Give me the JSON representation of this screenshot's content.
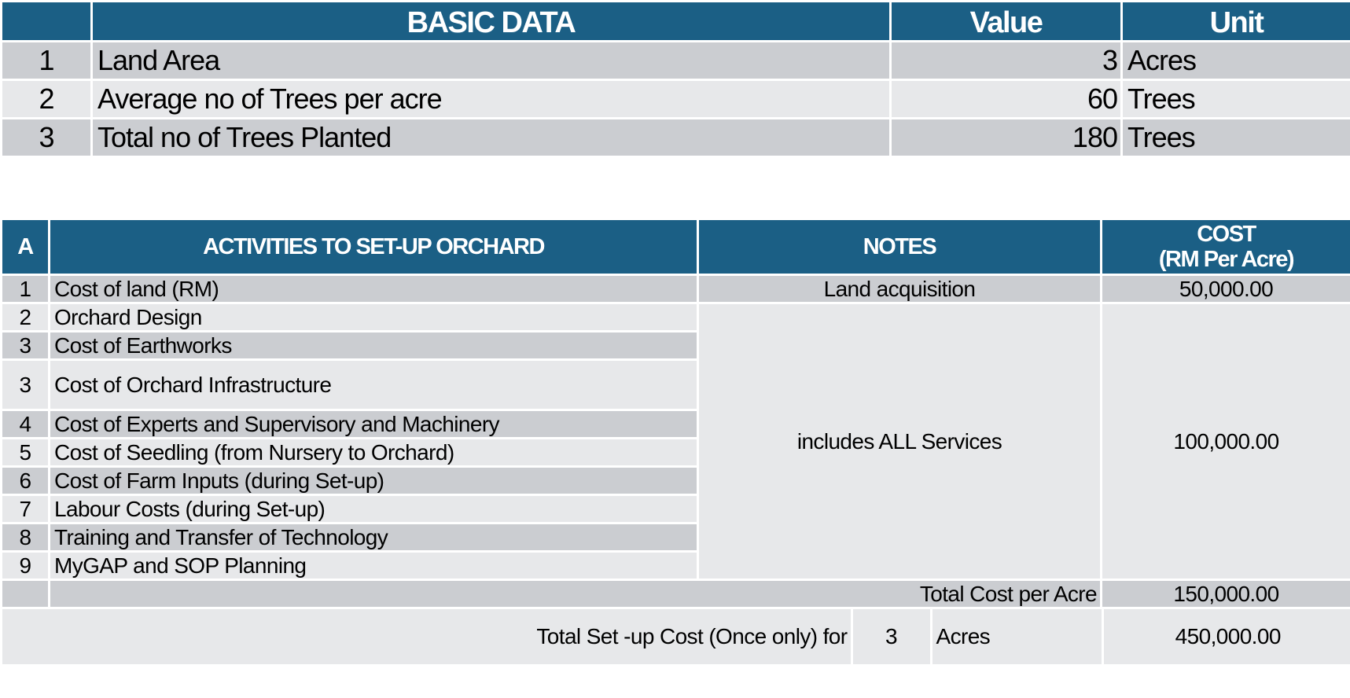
{
  "basic_data": {
    "headers": {
      "title": "BASIC DATA",
      "value": "Value",
      "unit": "Unit"
    },
    "rows": [
      {
        "num": "1",
        "label": "Land Area",
        "value": "3",
        "unit": "Acres"
      },
      {
        "num": "2",
        "label": "Average no of Trees per acre",
        "value": "60",
        "unit": "Trees"
      },
      {
        "num": "3",
        "label": "Total no of Trees Planted",
        "value": "180",
        "unit": "Trees"
      }
    ]
  },
  "activities": {
    "headers": {
      "index": "A",
      "activity": "ACTIVITIES TO SET-UP ORCHARD",
      "notes": "NOTES",
      "cost_line1": "COST",
      "cost_line2": "(RM Per Acre)"
    },
    "rows": [
      {
        "num": "1",
        "label": "Cost of land (RM)"
      },
      {
        "num": "2",
        "label": "Orchard Design"
      },
      {
        "num": "3",
        "label": "Cost of Earthworks"
      },
      {
        "num": "3",
        "label": "Cost of Orchard  Infrastructure"
      },
      {
        "num": "4",
        "label": "Cost of Experts and Supervisory and Machinery"
      },
      {
        "num": "5",
        "label": "Cost of Seedling (from Nursery to Orchard)"
      },
      {
        "num": "6",
        "label": "Cost of Farm Inputs (during Set-up)"
      },
      {
        "num": "7",
        "label": "Labour Costs (during Set-up)"
      },
      {
        "num": "8",
        "label": "Training and Transfer of Technology"
      },
      {
        "num": "9",
        "label": "MyGAP and SOP Planning"
      }
    ],
    "land_note": "Land acquisition",
    "land_cost": "50,000.00",
    "services_note": "includes ALL Services",
    "services_cost": "100,000.00",
    "total_label": "Total Cost per Acre",
    "total_value": "150,000.00",
    "setup_label": "Total Set -up Cost (Once only) for",
    "setup_acres": "3",
    "setup_unit": "Acres",
    "setup_value": "450,000.00"
  }
}
